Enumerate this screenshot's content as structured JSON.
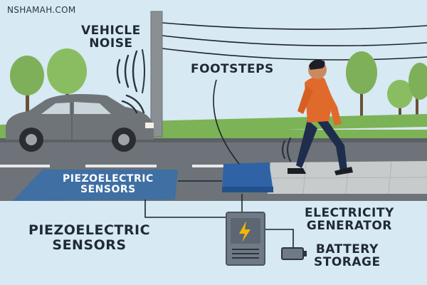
{
  "watermark": "NSHAMAH.COM",
  "labels": {
    "vehicle_noise": [
      "VEHICLE",
      "NOISE"
    ],
    "footsteps": "FOOTSTEPS",
    "piezo_road": [
      "PIEZOELECTRIC",
      "SENSORS"
    ],
    "piezo_main": [
      "PIEZOELECTRIC",
      "SENSORS"
    ],
    "electricity_generator": [
      "ELECTRICITY",
      "GENERATOR"
    ],
    "battery_storage": [
      "BATTERY",
      "STORAGE"
    ]
  },
  "icons": {
    "generator": "lightning-bolt-icon",
    "battery": "battery-icon"
  },
  "colors": {
    "sky": "#d7e9f2",
    "grass": "#7cb356",
    "road": "#6d7378",
    "sidewalk": "#c7cbcc",
    "sensor_strip": "#3f6fa3",
    "label_text": "#1f2a36",
    "person_shirt": "#e06a2b",
    "person_pants": "#1f2d4d",
    "car_body": "#6f7478",
    "generator_box": "#6f7a86",
    "bolt": "#f2b705"
  }
}
